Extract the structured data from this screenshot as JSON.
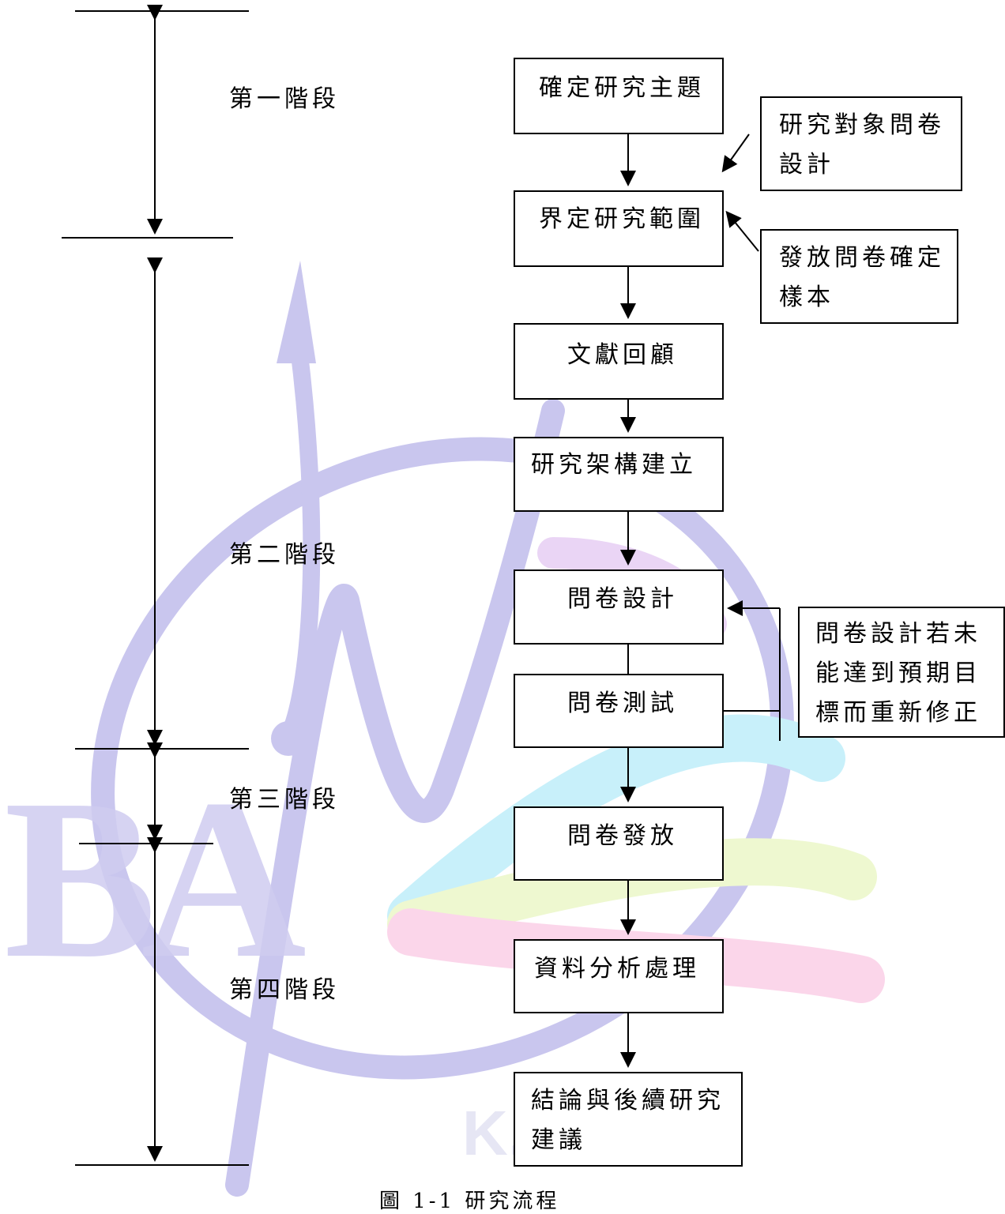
{
  "watermark": {
    "logo_text": "BA",
    "sub_text": "K."
  },
  "stages": [
    "第一階段",
    "第二階段",
    "第三階段",
    "第四階段"
  ],
  "steps": [
    "確定研究主題",
    "界定研究範圍",
    "文獻回顧",
    "研究架構建立",
    "問卷設計",
    "問卷測試",
    "問卷發放",
    "資料分析處理",
    "結論與後續研究建議"
  ],
  "notes": {
    "design": "研究對象問卷設計",
    "sample": "發放問卷確定樣本",
    "revise": "問卷設計若未能達到預期目標而重新修正"
  },
  "caption": "圖 1-1 研究流程"
}
